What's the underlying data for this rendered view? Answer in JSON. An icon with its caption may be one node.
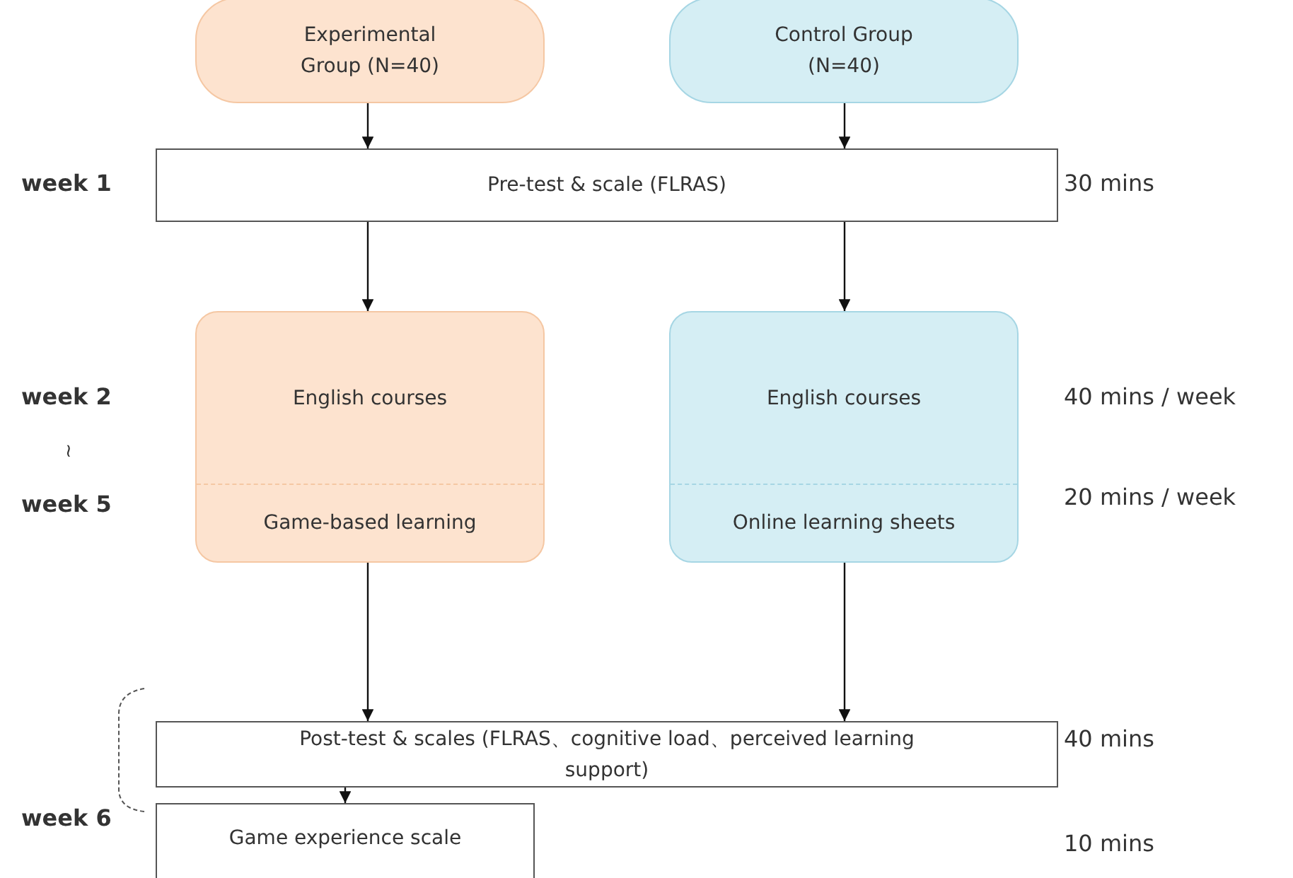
{
  "diagram": {
    "nodes": [
      {
        "text": [
          "Experimental Group (N=40)"
        ]
      },
      {
        "text": [
          "Control Group (N=40)"
        ]
      },
      {
        "text": [
          "Pre-test & scale (FLRAS)"
        ]
      },
      {
        "text": [
          "English courses",
          "Game-based learning"
        ]
      },
      {
        "text": [
          "English courses",
          "Online learning sheets"
        ]
      },
      {
        "text": [
          "Post-test & scales (FLRAS、cognitive load、perceived learning support)"
        ]
      },
      {
        "text": [
          "Game experience scale"
        ]
      }
    ],
    "edges": [
      {
        "from": 0,
        "to": 2,
        "arrow": "to"
      },
      {
        "from": 1,
        "to": 2,
        "arrow": "to"
      },
      {
        "from": 2,
        "to": 3,
        "arrow": "to"
      },
      {
        "from": 2,
        "to": 4,
        "arrow": "to"
      },
      {
        "from": 3,
        "to": 5,
        "arrow": "to"
      },
      {
        "from": 4,
        "to": 5,
        "arrow": "to"
      },
      {
        "from": 5,
        "to": 6,
        "arrow": "to"
      }
    ],
    "labels": [
      "week 1",
      "30 mins",
      "week 2",
      "40 mins / week",
      "≀",
      "week 5",
      "20 mins / week",
      "40 mins",
      "week 6",
      "10 mins"
    ]
  }
}
